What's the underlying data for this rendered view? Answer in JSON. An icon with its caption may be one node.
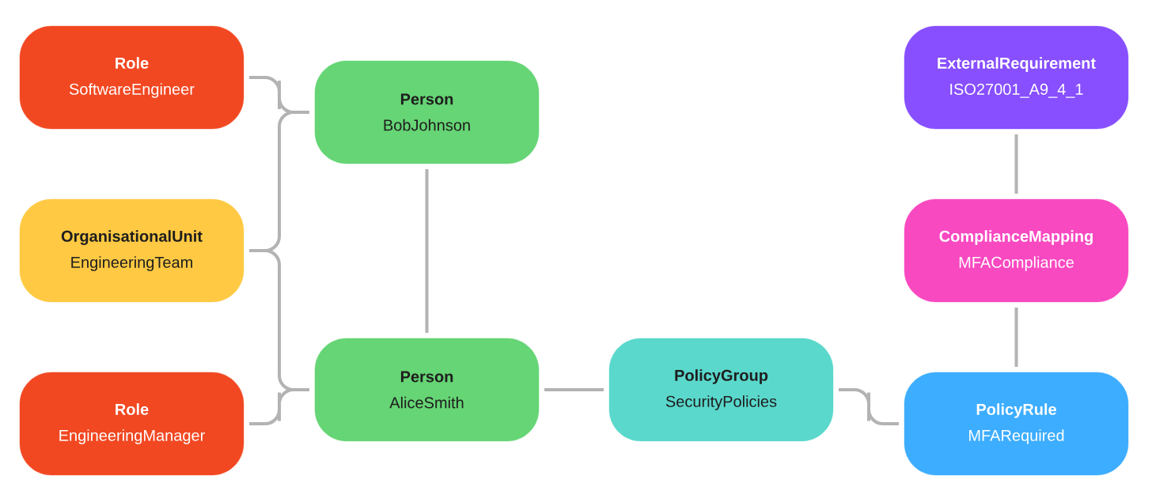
{
  "diagram": {
    "nodes": [
      {
        "text": [
          "Role",
          "SoftwareEngineer"
        ]
      },
      {
        "text": [
          "OrganisationalUnit",
          "EngineeringTeam"
        ]
      },
      {
        "text": [
          "Role",
          "EngineeringManager"
        ]
      },
      {
        "text": [
          "Person",
          "BobJohnson"
        ]
      },
      {
        "text": [
          "Person",
          "AliceSmith"
        ]
      },
      {
        "text": [
          "PolicyGroup",
          "SecurityPolicies"
        ]
      },
      {
        "text": [
          "ExternalRequirement",
          "ISO27001_A9_4_1"
        ]
      },
      {
        "text": [
          "ComplianceMapping",
          "MFACompliance"
        ]
      },
      {
        "text": [
          "PolicyRule",
          "MFARequired"
        ]
      }
    ],
    "edges": [
      {
        "from": 0,
        "to": 3,
        "arrow": "none"
      },
      {
        "from": 1,
        "to": 3,
        "arrow": "none"
      },
      {
        "from": 1,
        "to": 4,
        "arrow": "none"
      },
      {
        "from": 2,
        "to": 4,
        "arrow": "none"
      },
      {
        "from": 3,
        "to": 4,
        "arrow": "none"
      },
      {
        "from": 4,
        "to": 5,
        "arrow": "none"
      },
      {
        "from": 5,
        "to": 8,
        "arrow": "none"
      },
      {
        "from": 8,
        "to": 7,
        "arrow": "none"
      },
      {
        "from": 7,
        "to": 6,
        "arrow": "none"
      }
    ]
  }
}
